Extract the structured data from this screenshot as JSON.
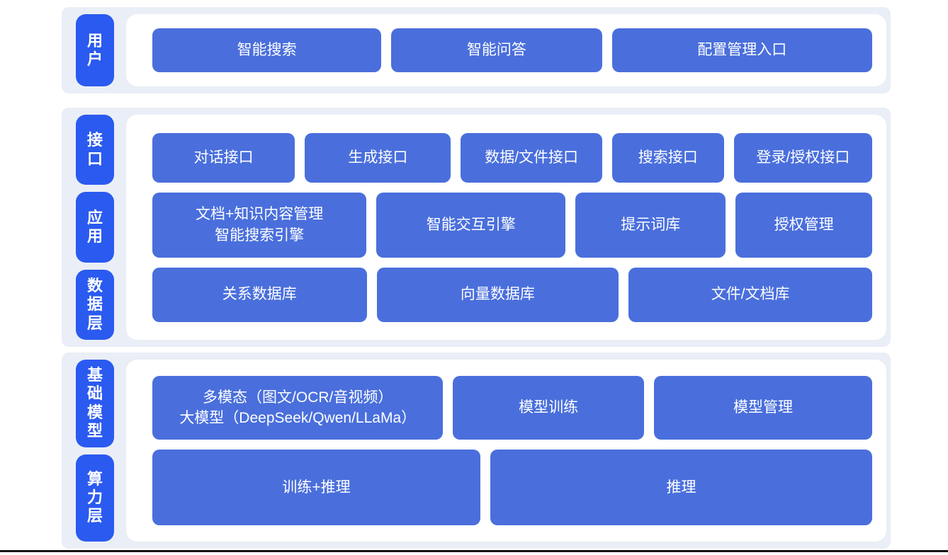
{
  "colors": {
    "label_pill": "#2a5af0",
    "node": "#4a6fdc",
    "section_bg": "#eaeef6",
    "panel_bg": "#ffffff",
    "text": "#ffffff",
    "bottom_rule": "#141414"
  },
  "sections": [
    {
      "id": "user",
      "labels": [
        {
          "name": "user-layer-label",
          "text": "用户"
        }
      ],
      "rows": [
        {
          "buttons": [
            {
              "name": "smart-search-node",
              "label": "智能搜索"
            },
            {
              "name": "smart-qa-node",
              "label": "智能问答"
            },
            {
              "name": "config-management-entry-node",
              "label": "配置管理入口"
            }
          ]
        }
      ]
    },
    {
      "id": "middle",
      "labels": [
        {
          "name": "interface-layer-label",
          "text": "接口"
        },
        {
          "name": "application-layer-label",
          "text": "应用"
        },
        {
          "name": "data-layer-label",
          "text": "数据层"
        }
      ],
      "rows": [
        {
          "buttons": [
            {
              "name": "dialog-api-node",
              "label": "对话接口"
            },
            {
              "name": "generation-api-node",
              "label": "生成接口"
            },
            {
              "name": "data-file-api-node",
              "label": "数据/文件接口"
            },
            {
              "name": "search-api-node",
              "label": "搜索接口"
            },
            {
              "name": "login-auth-api-node",
              "label": "登录/授权接口"
            }
          ]
        },
        {
          "buttons": [
            {
              "name": "doc-knowledge-search-engine-node",
              "label": "文档+知识内容管理\n智能搜索引擎"
            },
            {
              "name": "smart-interaction-engine-node",
              "label": "智能交互引擎"
            },
            {
              "name": "prompt-library-node",
              "label": "提示词库"
            },
            {
              "name": "authorization-management-node",
              "label": "授权管理"
            }
          ]
        },
        {
          "buttons": [
            {
              "name": "relational-db-node",
              "label": "关系数据库"
            },
            {
              "name": "vector-db-node",
              "label": "向量数据库"
            },
            {
              "name": "file-doc-store-node",
              "label": "文件/文档库"
            }
          ]
        }
      ]
    },
    {
      "id": "base",
      "labels": [
        {
          "name": "foundation-model-layer-label",
          "text": "基础模型"
        },
        {
          "name": "compute-layer-label",
          "text": "算力层"
        }
      ],
      "rows": [
        {
          "buttons": [
            {
              "name": "multimodal-llm-node",
              "label": "多模态（图文/OCR/音视频）\n大模型（DeepSeek/Qwen/LLaMa）"
            },
            {
              "name": "model-training-node",
              "label": "模型训练"
            },
            {
              "name": "model-management-node",
              "label": "模型管理"
            }
          ]
        },
        {
          "buttons": [
            {
              "name": "training-inference-node",
              "label": "训练+推理"
            },
            {
              "name": "inference-node",
              "label": "推理"
            }
          ]
        }
      ]
    }
  ]
}
